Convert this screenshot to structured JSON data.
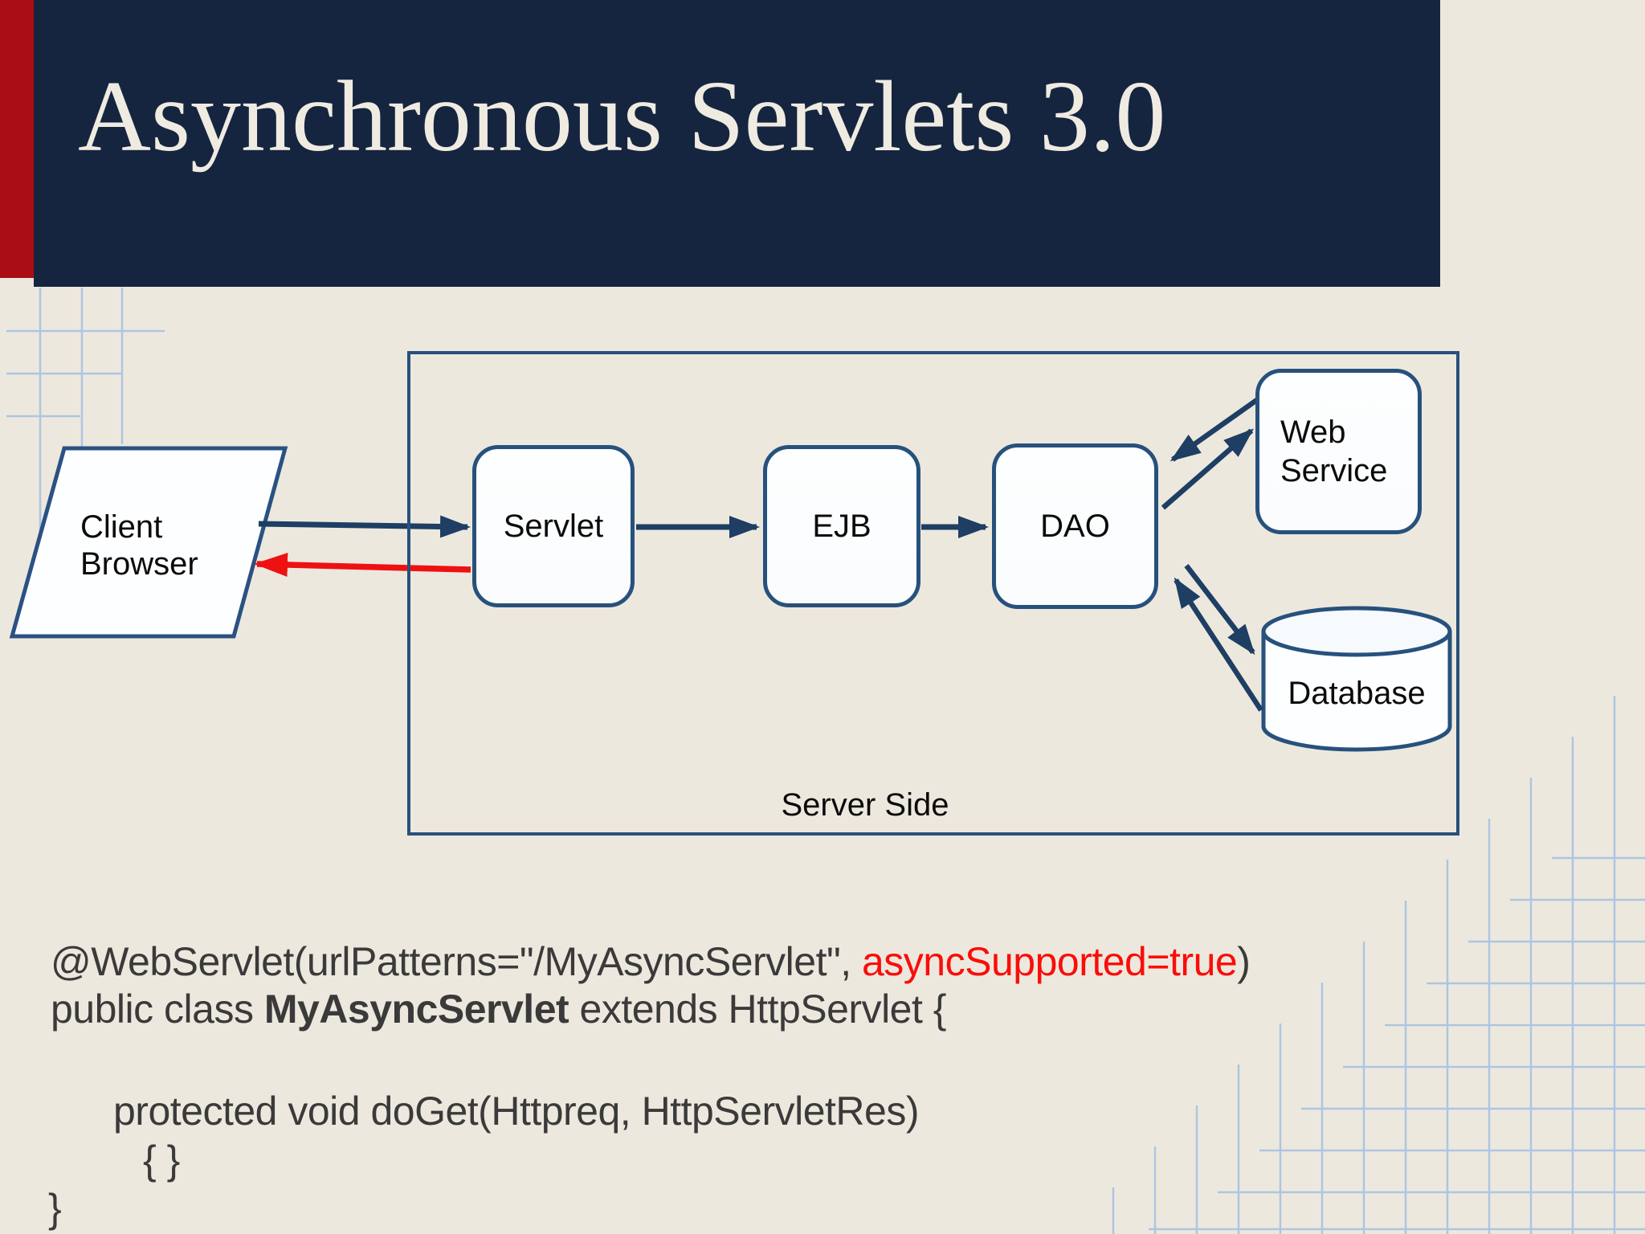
{
  "title": "Asynchronous Servlets 3.0",
  "diagram": {
    "client_browser": {
      "line1": "Client",
      "line2": "Browser"
    },
    "servlet": "Servlet",
    "ejb": "EJB",
    "dao": "DAO",
    "web_service": {
      "line1": "Web",
      "line2": "Service"
    },
    "database": "Database",
    "server_side": "Server Side"
  },
  "code": {
    "line1_prefix": "@WebServlet(urlPatterns=\"/MyAsyncServlet\", ",
    "line1_highlight": "asyncSupported=true",
    "line1_suffix": ")",
    "line2_prefix": "public class ",
    "line2_bold": "MyAsyncServlet",
    "line2_suffix": " extends HttpServlet {",
    "line3": "protected void doGet(Httpreq, HttpServletRes)",
    "line4": "{ }",
    "line5": "}"
  },
  "colors": {
    "background": "#ede8de",
    "header_navy": "#152540",
    "accent_red_bar": "#aa0e14",
    "title_text": "#f0ebe1",
    "box_border_navy": "#27517d",
    "arrow_navy": "#1e3e63",
    "arrow_red": "#ee1111",
    "code_text": "#3a3a3a",
    "code_red_text": "#fa0d0a",
    "grid_blue": "#adc6e0"
  }
}
